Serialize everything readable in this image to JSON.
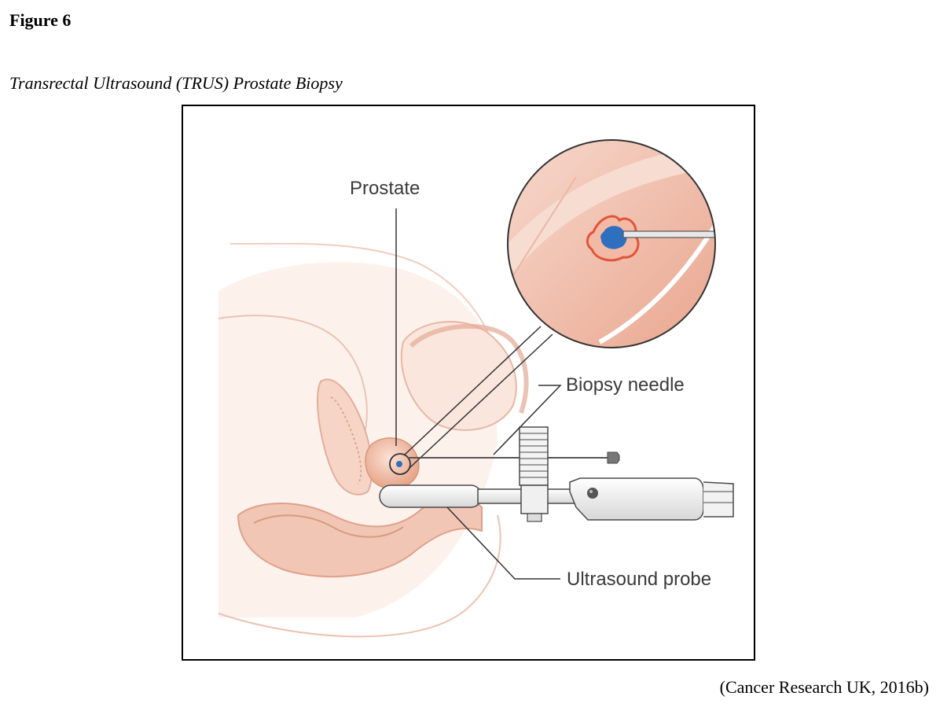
{
  "document": {
    "figure_number": "Figure 6",
    "figure_title": "Transrectal Ultrasound (TRUS) Prostate Biopsy",
    "citation": "(Cancer Research UK, 2016b)"
  },
  "illustration": {
    "labels": {
      "prostate": "Prostate",
      "biopsy_needle": "Biopsy needle",
      "ultrasound_probe": "Ultrasound probe"
    },
    "colors": {
      "tissue_light": "#fbe9e2",
      "tissue_mid": "#f3c9b8",
      "tissue_dark": "#e6a68c",
      "prostate": "#f0b89c",
      "tumor_outline": "#e0553a",
      "tumor_core": "#2f6fc0",
      "instrument_fill": "#ececec",
      "instrument_stroke": "#4a4a4a"
    }
  }
}
